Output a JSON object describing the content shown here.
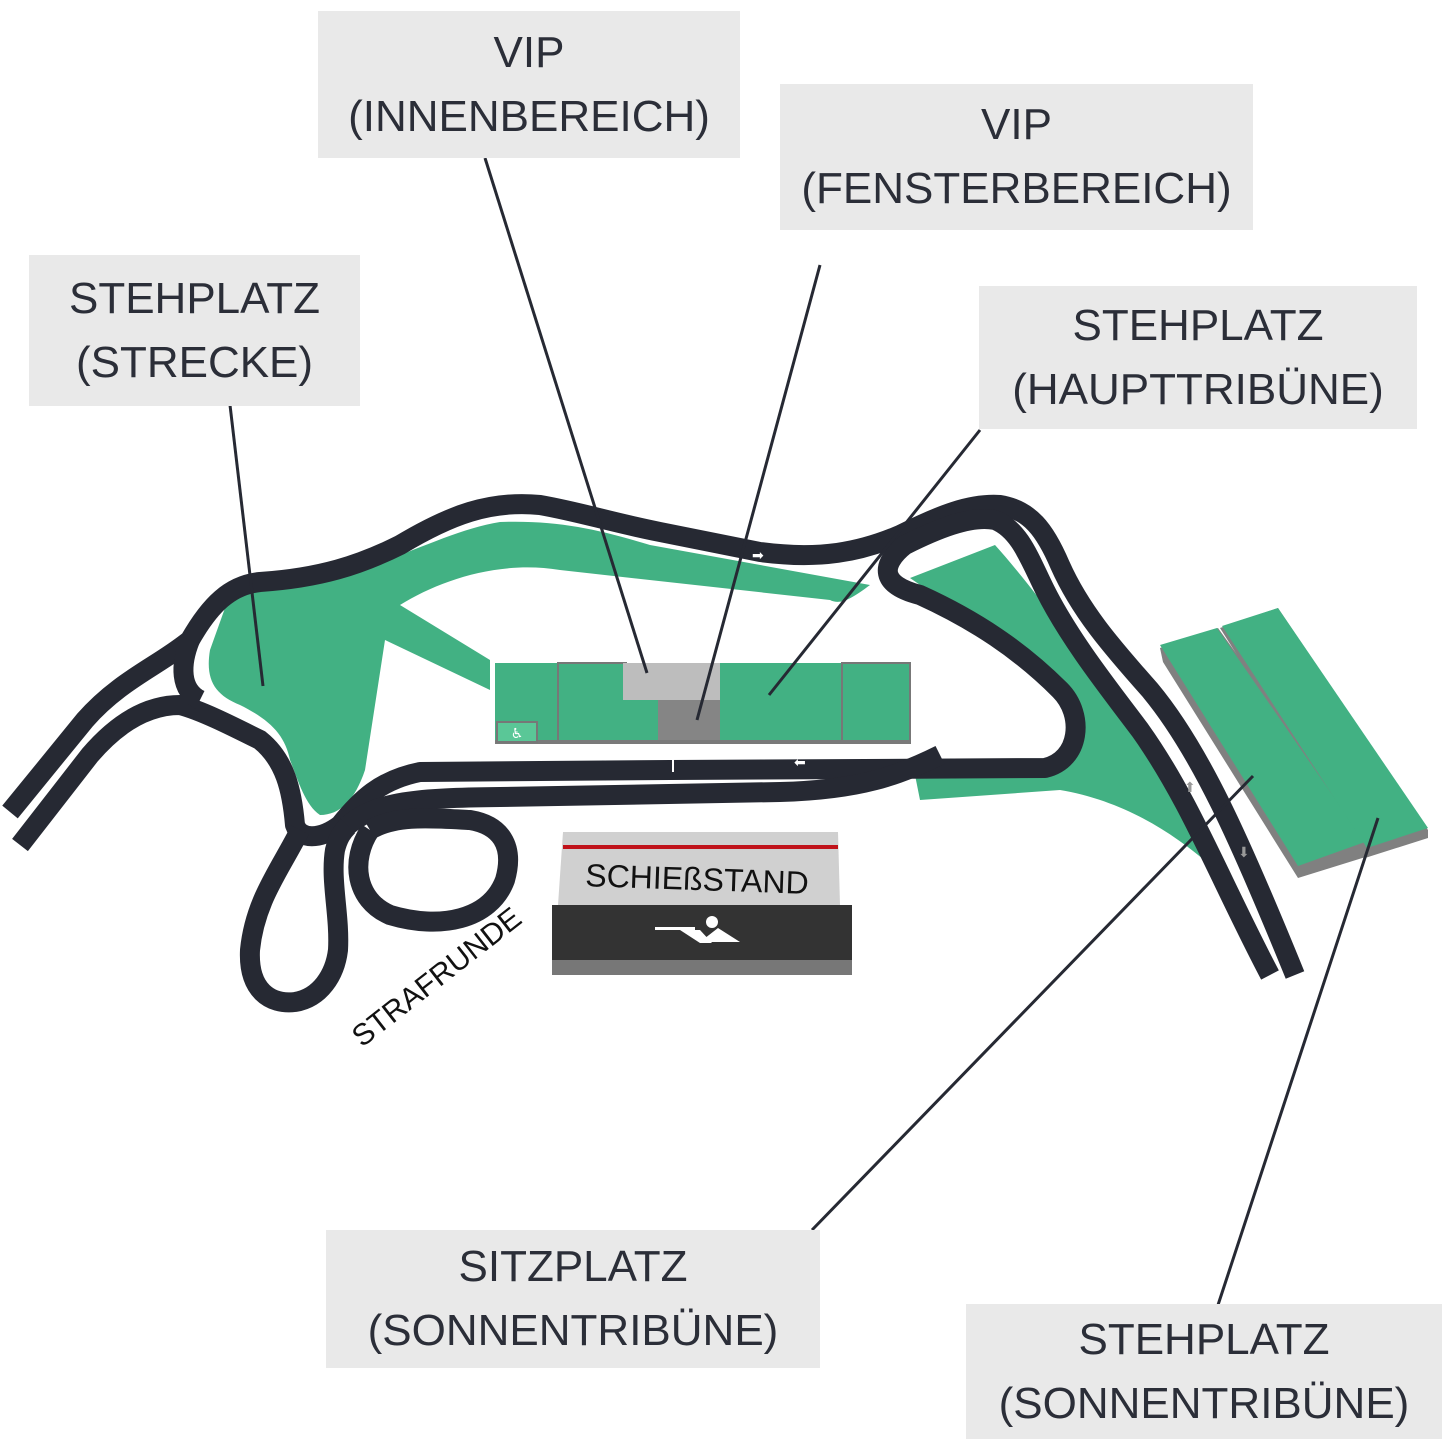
{
  "colors": {
    "green": "#42b183",
    "track": "#262933",
    "label_bg": "#e9e9e9",
    "text": "#2b2e38",
    "red_line": "#c0121a"
  },
  "labels": {
    "vip_innen": {
      "line1": "VIP",
      "line2": "(INNENBEREICH)"
    },
    "vip_fenster": {
      "line1": "VIP",
      "line2": "(FENSTERBEREICH)"
    },
    "steh_strecke": {
      "line1": "STEHPLATZ",
      "line2": "(STRECKE)"
    },
    "steh_haupt": {
      "line1": "STEHPLATZ",
      "line2": "(HAUPTTRIBÜNE)"
    },
    "sitz_sonnen": {
      "line1": "SITZPLATZ",
      "line2": "(SONNENTRIBÜNE)"
    },
    "steh_sonnen": {
      "line1": "STEHPLATZ",
      "line2": "(SONNENTRIBÜNE)"
    }
  },
  "map": {
    "shooting_range": "SCHIEßSTAND",
    "penalty_loop": "STRAFRUNDE",
    "icons": [
      "wheelchair-icon",
      "rifle-shooter-icon",
      "direction-arrow-icon"
    ]
  }
}
